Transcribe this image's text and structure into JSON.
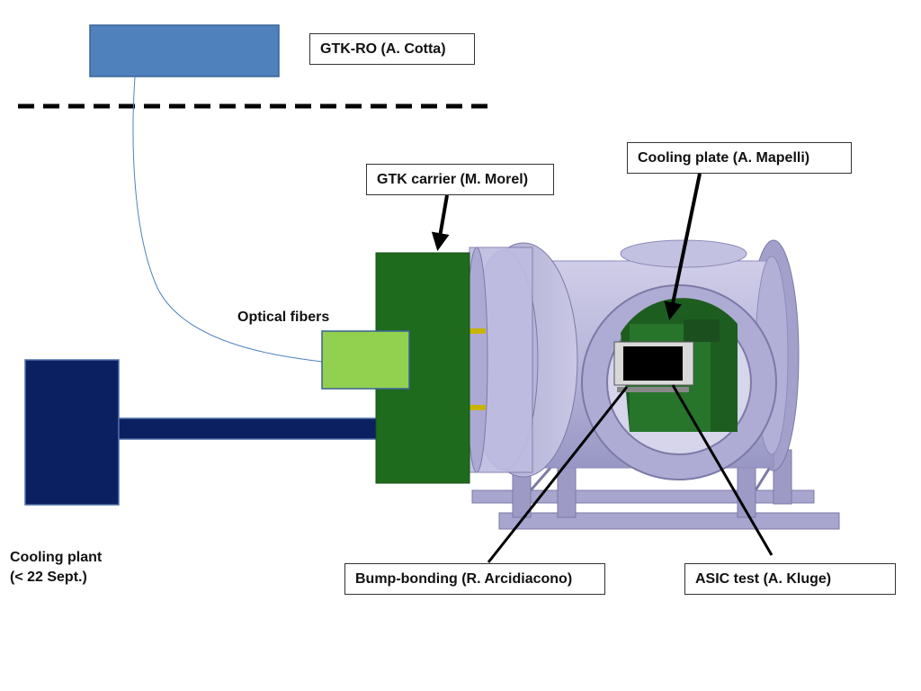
{
  "labels": {
    "gtk_ro": "GTK-RO (A. Cotta)",
    "gtk_carrier": "GTK carrier (M. Morel)",
    "cooling_plate": "Cooling plate (A. Mapelli)",
    "optical_fibers": "Optical fibers",
    "cooling_plant_line1": "Cooling plant",
    "cooling_plant_line2": "(< 22 Sept.)",
    "bump_bonding": "Bump-bonding (R. Arcidiacono)",
    "asic_test": "ASIC test (A. Kluge)"
  },
  "colors": {
    "gtk_ro_block": "#4f81bd",
    "cooling_plant_block": "#0b2060",
    "optical_box": "#92d050",
    "carrier_board": "#1e6b1e",
    "vessel": "#b4b2d6",
    "fiber_line": "#4f81bd",
    "dashed_line": "#000000"
  }
}
